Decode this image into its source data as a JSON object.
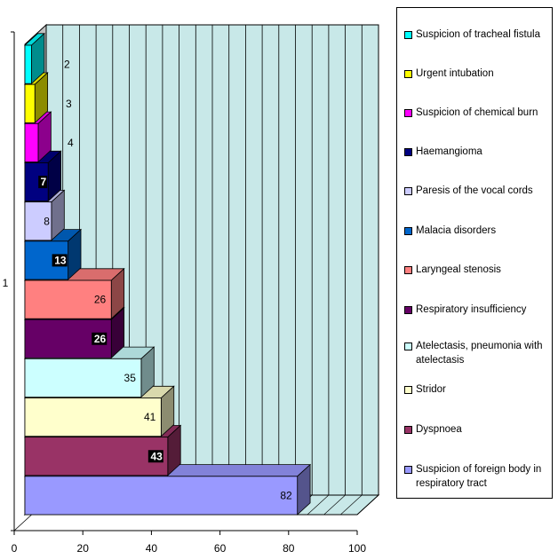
{
  "chart_data": {
    "type": "bar",
    "orientation": "horizontal",
    "style": "3d",
    "category_axis_label": "1",
    "xlim": [
      0,
      100
    ],
    "x_ticks": [
      0,
      20,
      40,
      60,
      80,
      100
    ],
    "legend_position": "right",
    "series": [
      {
        "name": "Suspicion of foreign body in respiratory tract",
        "value": 82,
        "color": "#9999ff",
        "label_dark": false
      },
      {
        "name": "Dyspnoea",
        "value": 43,
        "color": "#993366",
        "label_dark": true
      },
      {
        "name": "Stridor",
        "value": 41,
        "color": "#ffffcc",
        "label_dark": false
      },
      {
        "name": "Atelectasis, pneumonia with atelectasis",
        "value": 35,
        "color": "#ccffff",
        "label_dark": false
      },
      {
        "name": "Respiratory insufficiency",
        "value": 26,
        "color": "#660066",
        "label_dark": true
      },
      {
        "name": "Laryngeal stenosis",
        "value": 26,
        "color": "#ff8080",
        "label_dark": false
      },
      {
        "name": "Malacia disorders",
        "value": 13,
        "color": "#0066cc",
        "label_dark": true
      },
      {
        "name": "Paresis of the vocal cords",
        "value": 8,
        "color": "#ccccff",
        "label_dark": false
      },
      {
        "name": "Haemangioma",
        "value": 7,
        "color": "#000080",
        "label_dark": true
      },
      {
        "name": "Suspicion of chemical burn",
        "value": 4,
        "color": "#ff00ff",
        "label_dark": false
      },
      {
        "name": "Urgent intubation",
        "value": 3,
        "color": "#ffff00",
        "label_dark": false
      },
      {
        "name": "Suspicion of tracheal fistula",
        "value": 2,
        "color": "#00ffff",
        "label_dark": false
      }
    ]
  }
}
